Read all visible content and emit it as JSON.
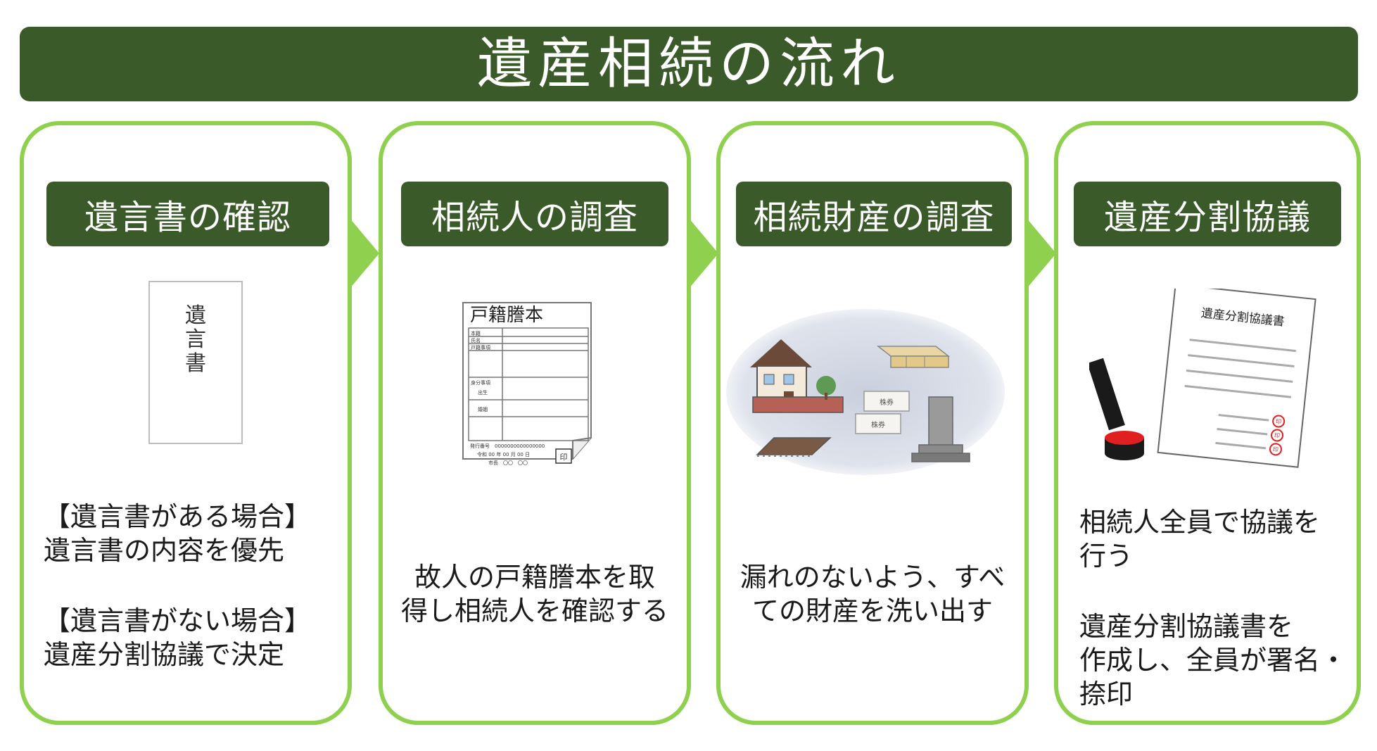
{
  "title": "遺産相続の流れ",
  "steps": [
    {
      "label": "遺言書の確認",
      "envelope_text": "遺言書",
      "desc": [
        "【遺言書がある場合】",
        "遺言書の内容を優先",
        "",
        "【遺言書がない場合】",
        "遺産分割協議で決定"
      ]
    },
    {
      "label": "相続人の調査",
      "doc_title": "戸籍謄本",
      "doc_rows": [
        "本籍",
        "氏名",
        "戸籍事項",
        "身分事項",
        "出生",
        "婚姻"
      ],
      "doc_number": "発行番号　0000000000000000",
      "doc_date": "令和 00 年 00 月 00 日",
      "doc_mayor": "市長　〇〇　〇〇",
      "doc_seal": "印",
      "desc": [
        "故人の戸籍謄本を取",
        "得し相続人を確認する"
      ]
    },
    {
      "label": "相続財産の調査",
      "asset_labels": [
        "株券",
        "株券"
      ],
      "desc": [
        "漏れのないよう、すべ",
        "ての財産を洗い出す"
      ]
    },
    {
      "label": "遺産分割協議",
      "doc_title": "遺産分割協議書",
      "seal_char": "印",
      "desc": [
        "相続人全員で協議を",
        "行う",
        "",
        "遺産分割協議書を",
        "作成し、全員が署名・",
        "捺印"
      ]
    }
  ],
  "colors": {
    "dark_green": "#3b5a2a",
    "light_green": "#8fd04f"
  }
}
